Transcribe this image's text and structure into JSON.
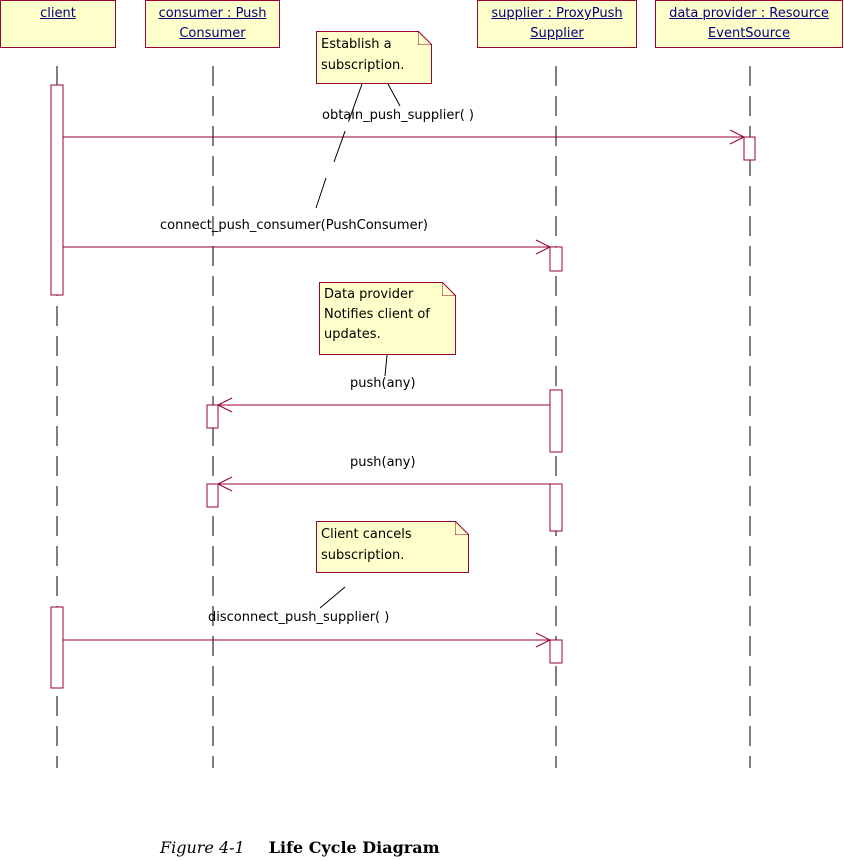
{
  "objects": [
    {
      "line1": "client",
      "line2": ""
    },
    {
      "line1": "consumer : Push",
      "line2": "Consumer"
    },
    {
      "line1": "supplier : ProxyPush",
      "line2": "Supplier"
    },
    {
      "line1": "data provider : Resource",
      "line2": "EventSource"
    }
  ],
  "notes": [
    {
      "line1": "Establish a",
      "line2": "subscription.",
      "line3": ""
    },
    {
      "line1": "Data provider",
      "line2": "Notifies client of",
      "line3": "updates."
    },
    {
      "line1": "Client cancels",
      "line2": "subscription.",
      "line3": ""
    }
  ],
  "messages": [
    "obtain_push_supplier( )",
    "connect_push_consumer(PushConsumer)",
    "push(any)",
    "push(any)",
    "disconnect_push_supplier( )"
  ],
  "caption": {
    "figure": "Figure 4-1",
    "title": "Life Cycle Diagram"
  },
  "colors": {
    "box_fill": "#ffffcc",
    "border": "#990033",
    "object_text": "#000080",
    "line": "#000000"
  }
}
